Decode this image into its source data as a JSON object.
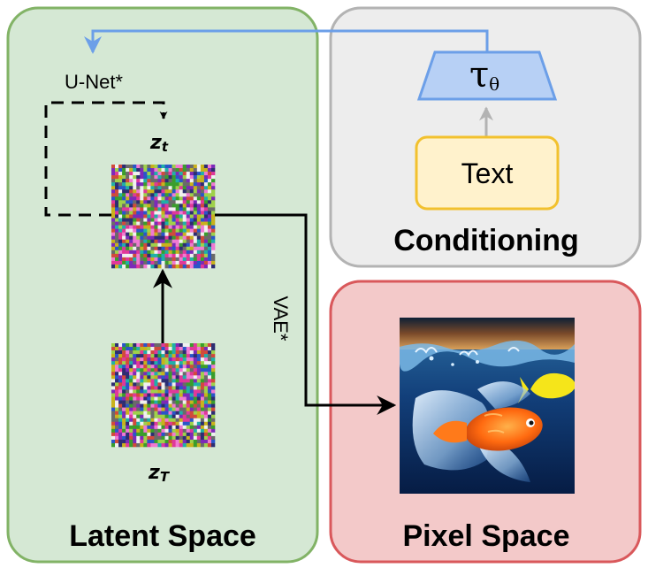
{
  "panels": {
    "latent": {
      "title": "Latent Space",
      "fill": "#d5e8d4",
      "stroke": "#82b366"
    },
    "conditioning": {
      "title": "Conditioning",
      "fill": "#ededed",
      "stroke": "#b3b3b3"
    },
    "pixel": {
      "title": "Pixel Space",
      "fill": "#f3c9c9",
      "stroke": "#d9585b"
    }
  },
  "labels": {
    "unet": "U-Net*",
    "vae": "VAE*",
    "z_t": {
      "base": "z",
      "sub": "t"
    },
    "z_T": {
      "base": "z",
      "sub": "T"
    },
    "text": "Text",
    "tau": {
      "base": "τ",
      "sub": "θ"
    }
  },
  "colors": {
    "blue_arrow": "#6c9fe8",
    "tau_fill": "#b7d0f5",
    "tau_stroke": "#6c9fe8",
    "text_fill": "#fff2cc",
    "text_stroke": "#f2c12e",
    "gray_arrow": "#b3b3b3"
  },
  "images": {
    "noise_top": "noise-latent-image",
    "noise_bottom": "noise-latent-image",
    "goldfish": "goldfish-photo"
  }
}
